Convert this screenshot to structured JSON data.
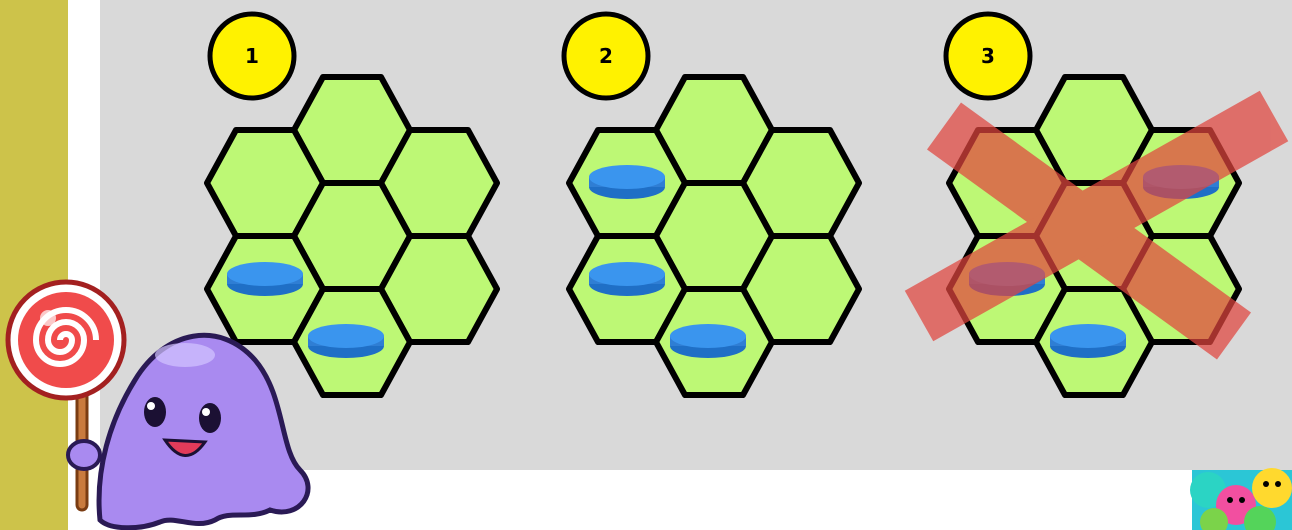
{
  "colors": {
    "left_strip": "#cdc34a",
    "panel": "#d9d9d9",
    "hex_fill": "#bdf875",
    "hex_stroke": "#000000",
    "badge_fill": "#fff200",
    "piece": "#2f86e0",
    "piece_top": "#3c96ee",
    "cross": "#e1463f"
  },
  "boards": [
    {
      "badge": "1",
      "pieces": [
        "lower-left",
        "bottom"
      ],
      "crossed": false
    },
    {
      "badge": "2",
      "pieces": [
        "upper-left",
        "lower-left",
        "bottom"
      ],
      "crossed": false
    },
    {
      "badge": "3",
      "pieces": [
        "upper-right",
        "lower-left",
        "bottom"
      ],
      "crossed": true
    }
  ],
  "mascot": {
    "character": "purple-slime",
    "prop": "lollipop"
  },
  "corner_art": {
    "subject": "colorful-monsters"
  }
}
